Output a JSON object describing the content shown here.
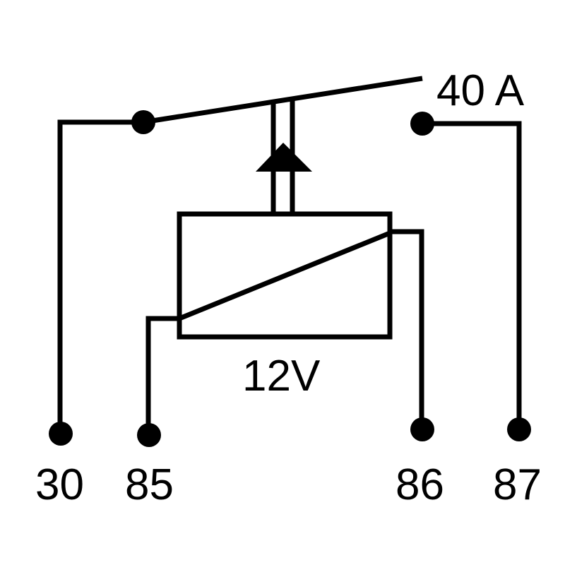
{
  "diagram": {
    "current_rating": "40 A",
    "coil_voltage": "12V",
    "pins": [
      "30",
      "85",
      "86",
      "87"
    ]
  },
  "colors": {
    "line": "#000000",
    "background": "#ffffff"
  }
}
